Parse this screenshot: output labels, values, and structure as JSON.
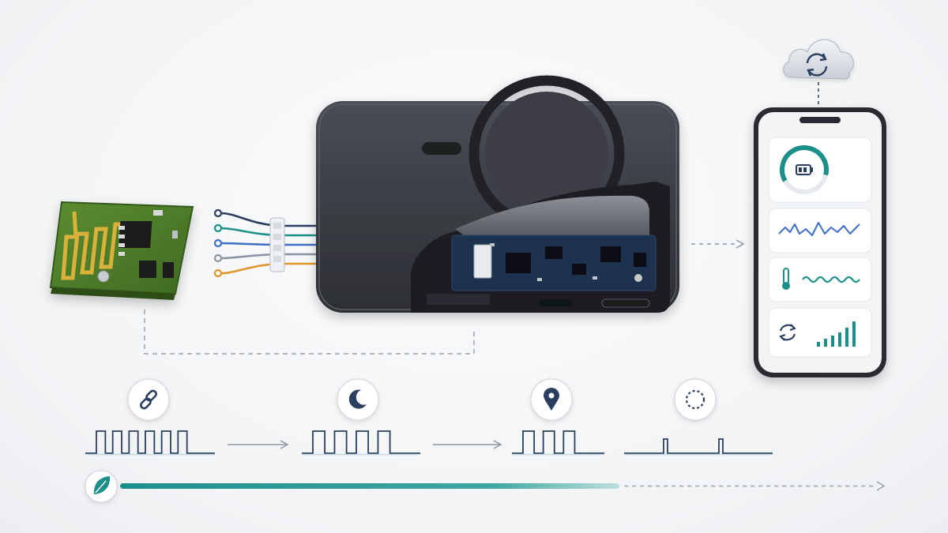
{
  "colors": {
    "teal": "#1d8f8b",
    "navy": "#2a3f5f",
    "blue": "#3d6fc2",
    "orange": "#e0962a",
    "pcb_green": "#4d7a2a",
    "device_body": "#3a3c42",
    "board_blue": "#1e3150"
  },
  "icons": {
    "module": "pcb-antenna-module",
    "device": "wireless-power-bank",
    "cloud": "cloud-sync-icon",
    "phone_battery": "battery-icon",
    "phone_temp": "thermometer-icon",
    "phone_sync": "sync-icon",
    "phone_signal": "signal-bars-icon",
    "stage_1": "link-icon",
    "stage_2": "moon-icon",
    "stage_3": "location-pin-icon",
    "stage_4": "dotted-circle-icon",
    "efficiency": "leaf-icon"
  },
  "wires": [
    {
      "color": "#2a3f5f"
    },
    {
      "color": "#1d8f8b"
    },
    {
      "color": "#3d6fc2"
    },
    {
      "color": "#8a93a3"
    },
    {
      "color": "#e0962a"
    }
  ],
  "phone_cards": [
    {
      "type": "battery-gauge",
      "level": 0.62
    },
    {
      "type": "waveform"
    },
    {
      "type": "temperature-wave"
    },
    {
      "type": "sync-signal",
      "bars": [
        3,
        5,
        7,
        9,
        12,
        16
      ]
    }
  ],
  "stages": [
    {
      "icon": "link-icon",
      "pulse_count": 6,
      "active": true
    },
    {
      "icon": "moon-icon",
      "pulse_count": 4,
      "active": true
    },
    {
      "icon": "location-pin-icon",
      "pulse_count": 3,
      "active": true
    },
    {
      "icon": "dotted-circle-icon",
      "pulse_count": 2,
      "active": false
    }
  ],
  "progress": {
    "icon": "leaf-icon",
    "fill": 0.66
  }
}
